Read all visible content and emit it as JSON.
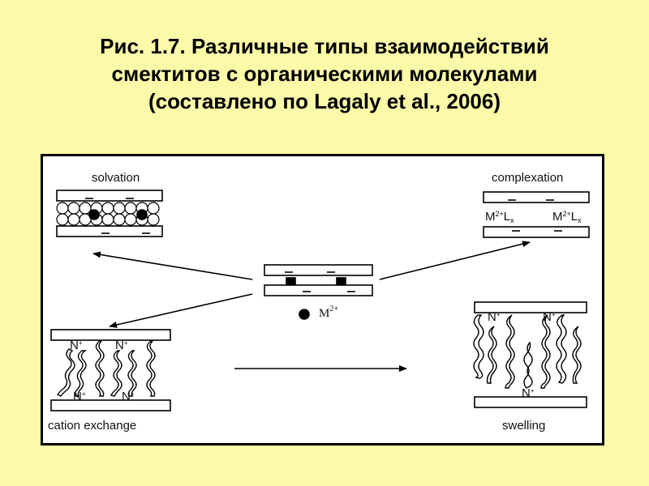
{
  "title": {
    "line1": "Рис. 1.7. Различные типы взаимодействий",
    "line2": "смектитов с органическими молекулами",
    "line3": "(составлено по Lagaly et al., 2006)"
  },
  "diagram": {
    "solvation": "solvation",
    "complexation": "complexation",
    "cation_exchange": "cation exchange",
    "swelling": "swelling",
    "metal_ion": "M",
    "metal_charge": "2+",
    "complex_left_m": "M",
    "complex_left_sup": "2+",
    "complex_left_l": "L",
    "complex_left_sub": "x",
    "complex_right_m": "M",
    "complex_right_sup": "2+",
    "complex_right_l": "L",
    "complex_right_sub": "x",
    "ammonium": "N",
    "ammonium_sup": "+"
  },
  "colors": {
    "background": "#fafaa8",
    "ink": "#000000"
  }
}
